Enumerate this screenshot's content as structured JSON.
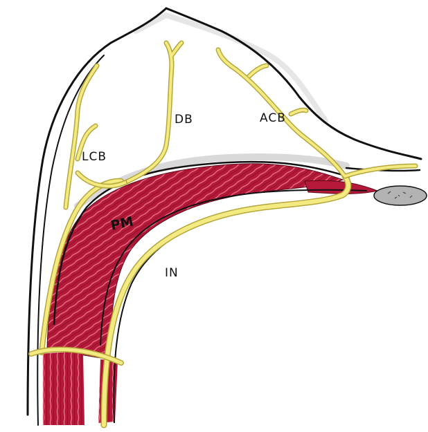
{
  "labels": {
    "lcb": "LCB",
    "db": "DB",
    "acb": "ACB",
    "pm": "PM",
    "in": "IN"
  },
  "colors": {
    "nerve": "#f3ea82",
    "nerve_edge": "#b5a63a",
    "muscle": "#b5193a",
    "muscle_fiber": "#e06a80",
    "outline": "#111111",
    "shadow": "#d9d9d9",
    "nodule": "#b3b3b3"
  }
}
